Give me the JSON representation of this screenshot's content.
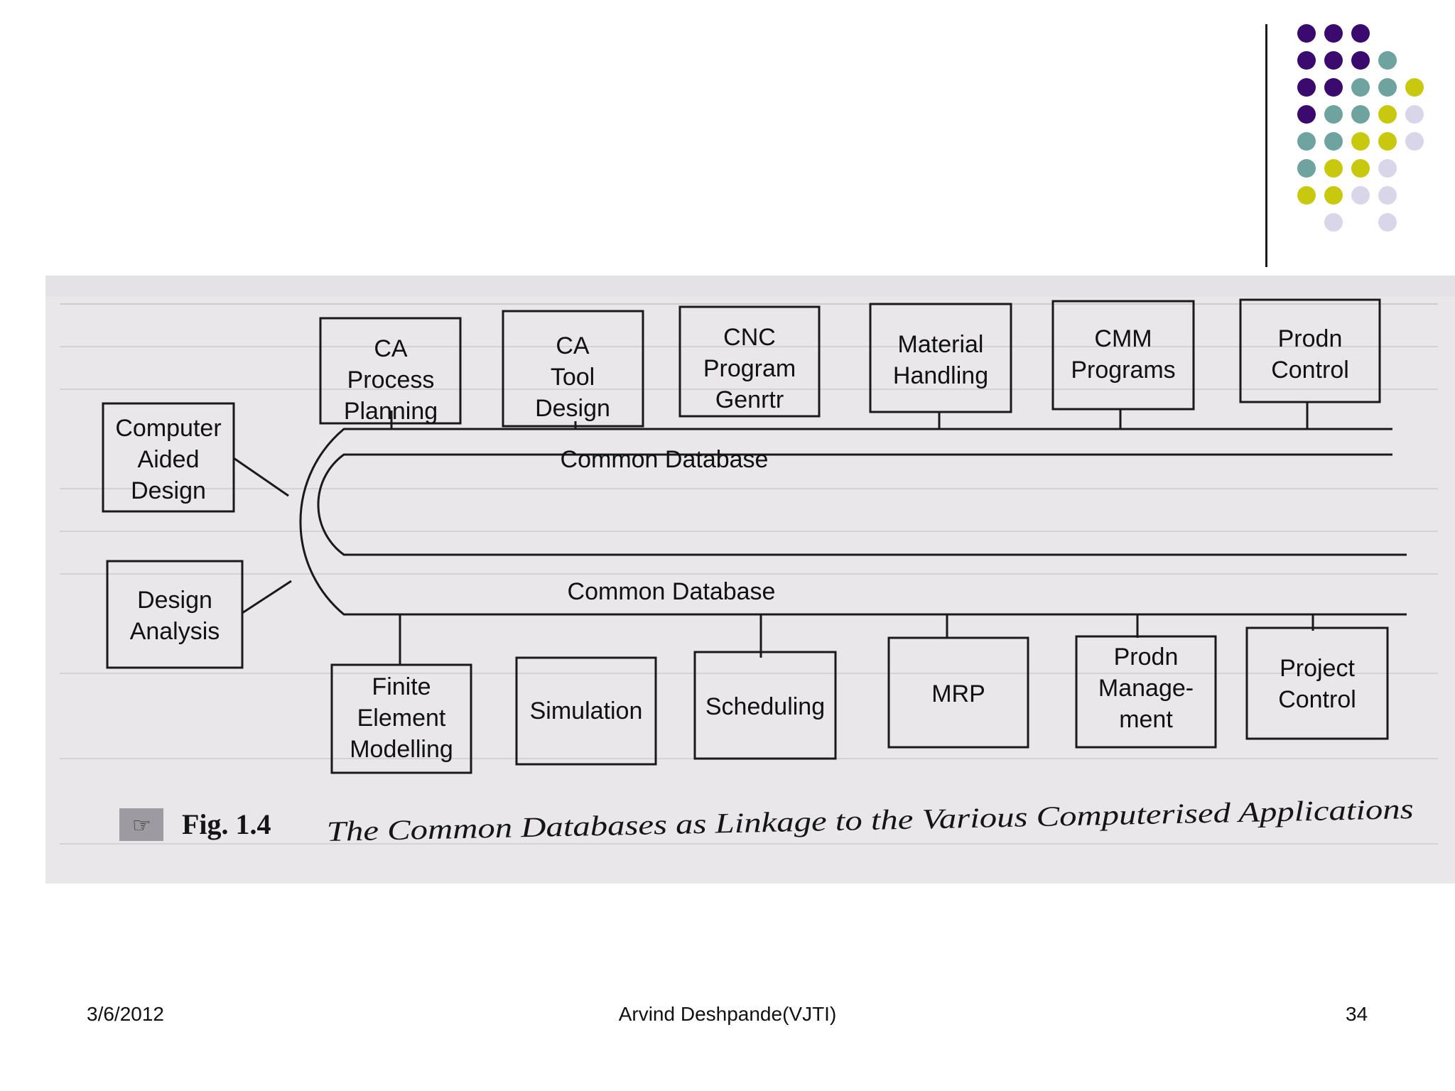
{
  "diagram": {
    "top_boxes": [
      {
        "id": "ca-process-planning",
        "lines": [
          "CA",
          "Process",
          "Planning"
        ]
      },
      {
        "id": "ca-tool-design",
        "lines": [
          "CA",
          "Tool",
          "Design"
        ]
      },
      {
        "id": "cnc-program-genrtr",
        "lines": [
          "CNC",
          "Program",
          "Genrtr"
        ]
      },
      {
        "id": "material-handling",
        "lines": [
          "Material",
          "Handling"
        ]
      },
      {
        "id": "cmm-programs",
        "lines": [
          "CMM",
          "Programs"
        ]
      },
      {
        "id": "prodn-control",
        "lines": [
          "Prodn",
          "Control"
        ]
      }
    ],
    "left_boxes": [
      {
        "id": "computer-aided-design",
        "lines": [
          "Computer",
          "Aided",
          "Design"
        ]
      },
      {
        "id": "design-analysis",
        "lines": [
          "Design",
          "Analysis"
        ]
      }
    ],
    "bottom_boxes": [
      {
        "id": "finite-element-modelling",
        "lines": [
          "Finite",
          "Element",
          "Modelling"
        ]
      },
      {
        "id": "simulation",
        "lines": [
          "Simulation"
        ]
      },
      {
        "id": "scheduling",
        "lines": [
          "Scheduling"
        ]
      },
      {
        "id": "mrp",
        "lines": [
          "MRP"
        ]
      },
      {
        "id": "prodn-management",
        "lines": [
          "Prodn",
          "Manage-",
          "ment"
        ]
      },
      {
        "id": "project-control",
        "lines": [
          "Project",
          "Control"
        ]
      }
    ],
    "database_upper_label": "Common Database",
    "database_lower_label": "Common Database",
    "caption_fig": "Fig. 1.4",
    "caption_text": "The Common Databases as Linkage to the Various Computerised Applications"
  },
  "footer": {
    "date": "3/6/2012",
    "author": "Arvind Deshpande(VJTI)",
    "page": "34"
  },
  "colors": {
    "purple": "#3b0a6e",
    "teal": "#6fa3a0",
    "olive": "#c8c80e",
    "lavender": "#d9d6ea",
    "figure_bg": "#e9e7ea",
    "ink": "#1a1a1a"
  }
}
